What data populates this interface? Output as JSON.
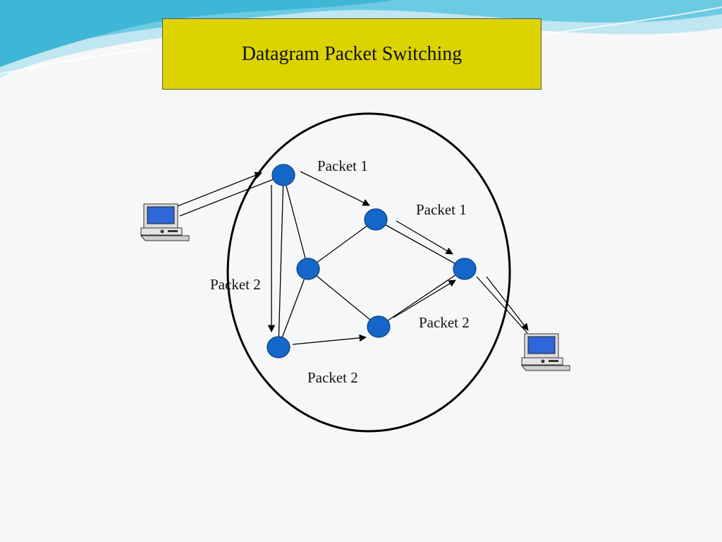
{
  "title": "Datagram Packet Switching",
  "labels": {
    "p1_top": "Packet 1",
    "p1_right": "Packet 1",
    "p2_left": "Packet 2",
    "p2_right": "Packet 2",
    "p2_bottom": "Packet 2"
  },
  "colors": {
    "title_bg": "#dcd300",
    "node": "#1467c8",
    "node_stroke": "#0b3f82",
    "swoosh_dark": "#3fb6d6",
    "swoosh_light": "#bfe6f1"
  },
  "icons": [
    "desktop-computer-icon",
    "desktop-computer-icon"
  ]
}
